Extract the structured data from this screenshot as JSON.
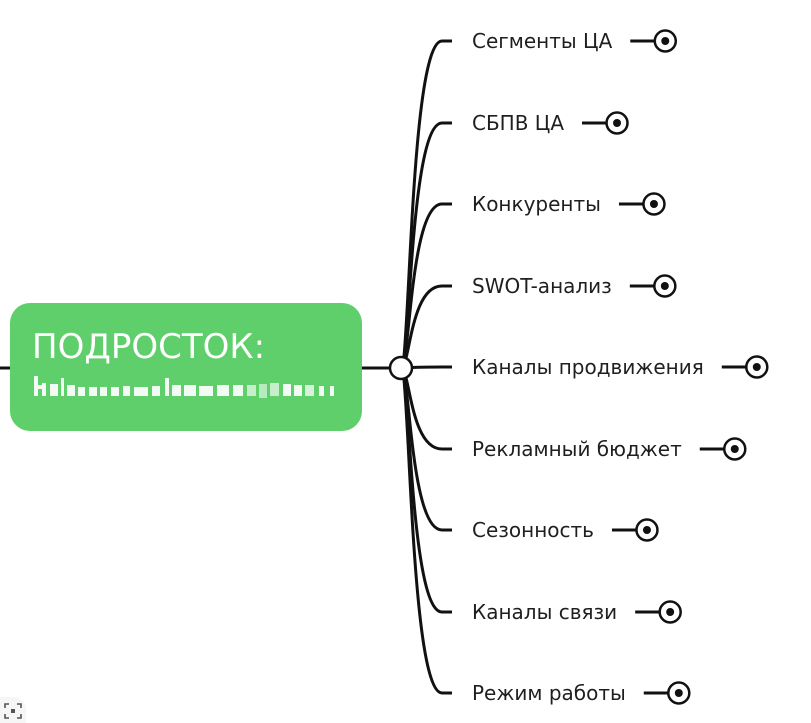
{
  "root": {
    "title": "ПОДРОСТОК:",
    "color": "#5ecf6a"
  },
  "branches": [
    {
      "label": "Сегменты ЦА"
    },
    {
      "label": "СБПВ ЦА"
    },
    {
      "label": "Конкуренты"
    },
    {
      "label": "SWOT-анализ"
    },
    {
      "label": "Каналы продвижения"
    },
    {
      "label": "Рекламный бюджет"
    },
    {
      "label": "Сезонность"
    },
    {
      "label": "Каналы связи"
    },
    {
      "label": "Режим работы"
    }
  ],
  "colors": {
    "line": "#111111",
    "text": "#1f1f1f",
    "root_fill": "#5ecf6a"
  },
  "icons": {
    "branch_end": "collapse-toggle-icon",
    "hub": "hub-circle-icon",
    "corner": "focus-frame-icon"
  }
}
